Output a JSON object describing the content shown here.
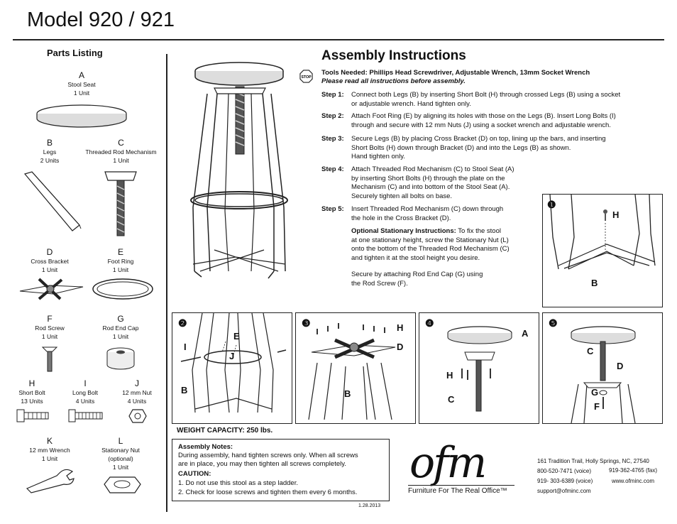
{
  "title": "Model 920 / 921",
  "parts": {
    "heading": "Parts Listing",
    "items": [
      {
        "letter": "A",
        "name": "Stool Seat",
        "qty": "1 Unit"
      },
      {
        "letter": "B",
        "name": "Legs",
        "qty": "2 Units"
      },
      {
        "letter": "C",
        "name": "Threaded Rod Mechanism",
        "qty": "1 Unit"
      },
      {
        "letter": "D",
        "name": "Cross Bracket",
        "qty": "1 Unit"
      },
      {
        "letter": "E",
        "name": "Foot Ring",
        "qty": "1 Unit"
      },
      {
        "letter": "F",
        "name": "Rod Screw",
        "qty": "1 Unit"
      },
      {
        "letter": "G",
        "name": "Rod End Cap",
        "qty": "1 Unit"
      },
      {
        "letter": "H",
        "name": "Short Bolt",
        "qty": "13 Units"
      },
      {
        "letter": "I",
        "name": "Long Bolt",
        "qty": "4 Units"
      },
      {
        "letter": "J",
        "name": "12 mm Nut",
        "qty": "4 Units"
      },
      {
        "letter": "K",
        "name": "12 mm Wrench",
        "qty": "1 Unit"
      },
      {
        "letter": "L",
        "name": "Stationary Nut",
        "note": "(optional)",
        "qty": "1 Unit"
      }
    ]
  },
  "assembly": {
    "heading": "Assembly Instructions",
    "stop_label": "STOP",
    "tools": "Tools Needed: Phillips Head Screwdriver, Adjustable Wrench, 13mm Socket Wrench",
    "read_note": "Please read all instructions before assembly.",
    "steps": [
      {
        "label": "Step 1:",
        "lines": [
          "Connect both Legs (B) by inserting Short Bolt (H) through crossed Legs (B) using a socket",
          "or adjustable wrench. Hand tighten only."
        ]
      },
      {
        "label": "Step 2:",
        "lines": [
          "Attach Foot Ring (E) by aligning its holes with those on the Legs (B). Insert Long Bolts (I)",
          "through and secure with 12 mm Nuts (J) using a socket wrench and adjustable wrench."
        ]
      },
      {
        "label": "Step 3:",
        "lines": [
          "Secure Legs (B) by placing Cross Bracket (D) on top, lining up the bars, and inserting",
          "Short Bolts (H) down through Bracket (D) and into the Legs (B) as shown.",
          "Hand tighten only."
        ]
      },
      {
        "label": "Step 4:",
        "lines": [
          "Attach Threaded Rod Mechanism (C) to Stool Seat (A)",
          "by inserting Short Bolts (H) through the plate on the",
          "Mechanism (C) and into bottom of the Stool Seat (A).",
          "Securely tighten all bolts on base."
        ]
      },
      {
        "label": "Step 5:",
        "lines": [
          "Insert Threaded Rod Mechanism (C) down through",
          "the hole in the Cross Bracket (D)."
        ]
      }
    ],
    "optional_title": "Optional Stationary Instructions:",
    "optional_lines": [
      " To fix the stool",
      "at one stationary height, screw the Stationary Nut (L)",
      "onto the bottom of the Threaded Rod Mechanism (C)",
      "and tighten it at the stool height you desire."
    ],
    "secure_lines": [
      "Secure by attaching Rod End Cap (G) using",
      "the Rod Screw (F)."
    ]
  },
  "panels": [
    {
      "num": "❶",
      "labels": [
        "H",
        "B"
      ]
    },
    {
      "num": "❷",
      "labels": [
        "E",
        "I",
        "J",
        "B"
      ]
    },
    {
      "num": "❸",
      "labels": [
        "H",
        "D",
        "B"
      ]
    },
    {
      "num": "❹",
      "labels": [
        "A",
        "H",
        "C"
      ]
    },
    {
      "num": "❺",
      "labels": [
        "C",
        "D",
        "G",
        "F"
      ]
    }
  ],
  "weight": "WEIGHT CAPACITY: 250 lbs.",
  "notes": {
    "heading": "Assembly Notes:",
    "line1": "During assembly, hand tighten screws only. When all screws",
    "line2": "are in place, you may then tighten all screws completely.",
    "caution": "CAUTION:",
    "c1": "1. Do not use this stool as a step ladder.",
    "c2": "2. Check for loose screws and tighten them every 6 months."
  },
  "date": "1.28.2013",
  "logo": {
    "text": "ofm",
    "tagline": "Furniture For The Real Office™"
  },
  "contact": {
    "address": "161 Tradition Trail,  Holly Springs, NC, 27540",
    "voice1": "800-520-7471 (voice)",
    "fax": "919-362-4765 (fax)",
    "voice2": "919- 303-6389 (voice)",
    "web": "www.ofminc.com",
    "email": "support@ofminc.com"
  }
}
